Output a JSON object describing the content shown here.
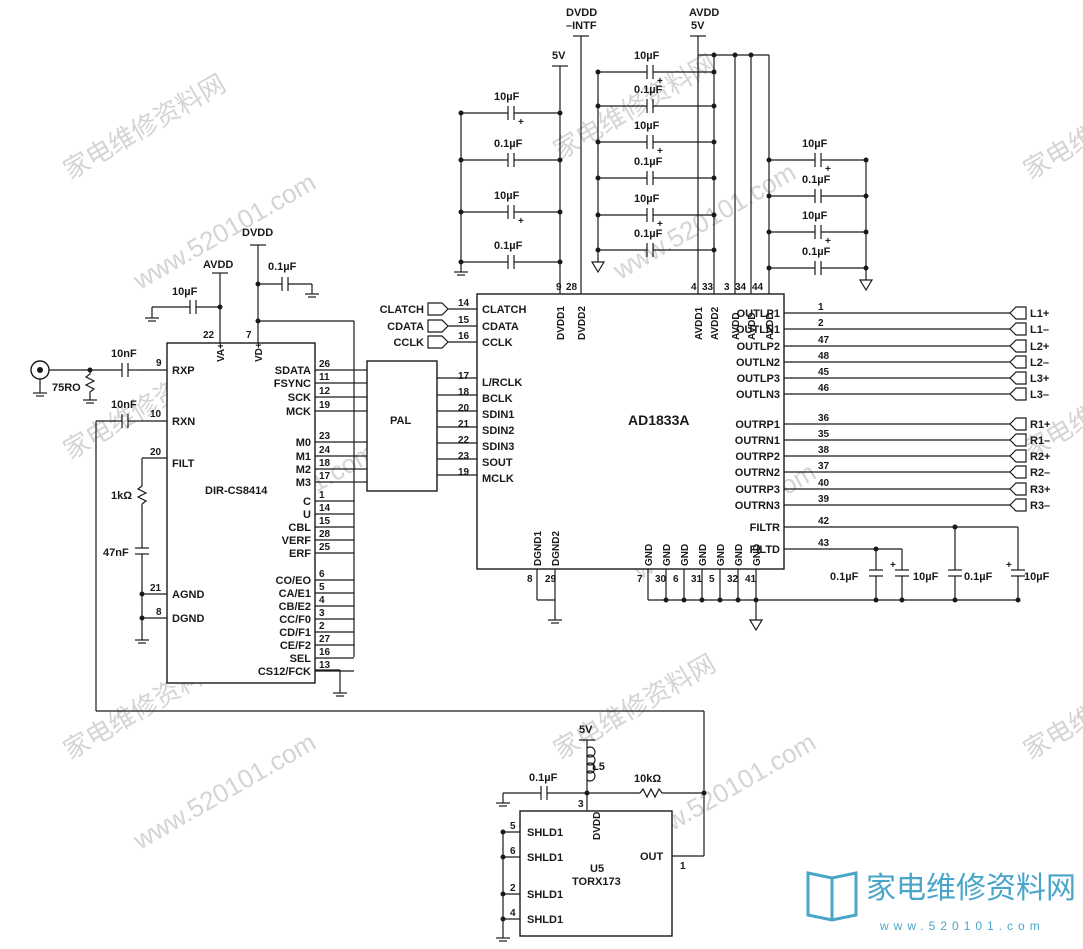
{
  "watermarks": [
    "家电维修资料网",
    "www.520101.com"
  ],
  "logo": {
    "text": "家电维修资料网",
    "url": "www.520101.com"
  },
  "dir": {
    "name": "DIR-CS8414",
    "supply_labels": {
      "av": "AVDD",
      "dv": "DVDD",
      "va_pin": "VA+",
      "vd_pin": "VD+",
      "va_num": "22",
      "vd_num": "7"
    },
    "cap_labels": {
      "av_cap": "10µF",
      "dv_cap": "0.1µF"
    },
    "left_pins": [
      {
        "num": "9",
        "label": "RXP"
      },
      {
        "num": "10",
        "label": "RXN"
      },
      {
        "num": "20",
        "label": "FILT"
      },
      {
        "num": "21",
        "label": "AGND"
      },
      {
        "num": "8",
        "label": "DGND"
      }
    ],
    "right_pins": [
      {
        "num": "26",
        "label": "SDATA"
      },
      {
        "num": "11",
        "label": "FSYNC"
      },
      {
        "num": "12",
        "label": "SCK"
      },
      {
        "num": "19",
        "label": "MCK"
      },
      {
        "num": "23",
        "label": "M0"
      },
      {
        "num": "24",
        "label": "M1"
      },
      {
        "num": "18",
        "label": "M2"
      },
      {
        "num": "17",
        "label": "M3"
      },
      {
        "num": "1",
        "label": "C"
      },
      {
        "num": "14",
        "label": "U"
      },
      {
        "num": "15",
        "label": "CBL"
      },
      {
        "num": "28",
        "label": "VERF"
      },
      {
        "num": "25",
        "label": "ERF"
      },
      {
        "num": "6",
        "label": "CO/EO"
      },
      {
        "num": "5",
        "label": "CA/E1"
      },
      {
        "num": "4",
        "label": "CB/E2"
      },
      {
        "num": "3",
        "label": "CC/F0"
      },
      {
        "num": "2",
        "label": "CD/F1"
      },
      {
        "num": "27",
        "label": "CE/F2"
      },
      {
        "num": "16",
        "label": "SEL"
      },
      {
        "num": "13",
        "label": "CS12/FCK"
      }
    ],
    "input_parts": {
      "cap1": "10nF",
      "cap2": "10nF",
      "res": "75RO",
      "filt_res": "1kΩ",
      "filt_cap": "47nF"
    }
  },
  "pal": {
    "name": "PAL"
  },
  "dac": {
    "name": "AD1833A",
    "top_supplies": {
      "dvdd_intf": "DVDD",
      "dvdd_intf_sub": "–INTF",
      "five_v": "5V",
      "avdd": "AVDD",
      "avdd_5v": "5V"
    },
    "left_pins": [
      {
        "num": "14",
        "label": "CLATCH",
        "port": "CLATCH"
      },
      {
        "num": "15",
        "label": "CDATA",
        "port": "CDATA"
      },
      {
        "num": "16",
        "label": "CCLK",
        "port": "CCLK"
      },
      {
        "num": "17",
        "label": "L/RCLK"
      },
      {
        "num": "18",
        "label": "BCLK"
      },
      {
        "num": "20",
        "label": "SDIN1"
      },
      {
        "num": "21",
        "label": "SDIN2"
      },
      {
        "num": "22",
        "label": "SDIN3"
      },
      {
        "num": "23",
        "label": "SOUT"
      },
      {
        "num": "19",
        "label": "MCLK"
      }
    ],
    "top_pins": [
      {
        "num": "9",
        "label": "DVDD1"
      },
      {
        "num": "28",
        "label": "DVDD2"
      },
      {
        "num": "4",
        "label": "AVDD1"
      },
      {
        "num": "33",
        "label": "AVDD2"
      },
      {
        "num": "3",
        "label": "AVDD"
      },
      {
        "num": "34",
        "label": "AVDD"
      },
      {
        "num": "44",
        "label": "AVDD"
      }
    ],
    "right_pins": [
      {
        "num": "1",
        "label": "OUTLP1",
        "out": "L1+"
      },
      {
        "num": "2",
        "label": "OUTLN1",
        "out": "L1–"
      },
      {
        "num": "47",
        "label": "OUTLP2",
        "out": "L2+"
      },
      {
        "num": "48",
        "label": "OUTLN2",
        "out": "L2–"
      },
      {
        "num": "45",
        "label": "OUTLP3",
        "out": "L3+"
      },
      {
        "num": "46",
        "label": "OUTLN3",
        "out": "L3–"
      },
      {
        "num": "36",
        "label": "OUTRP1",
        "out": "R1+"
      },
      {
        "num": "35",
        "label": "OUTRN1",
        "out": "R1–"
      },
      {
        "num": "38",
        "label": "OUTRP2",
        "out": "R2+"
      },
      {
        "num": "37",
        "label": "OUTRN2",
        "out": "R2–"
      },
      {
        "num": "40",
        "label": "OUTRP3",
        "out": "R3+"
      },
      {
        "num": "39",
        "label": "OUTRN3",
        "out": "R3–"
      }
    ],
    "filter_pins": [
      {
        "num": "42",
        "label": "FILTR"
      },
      {
        "num": "43",
        "label": "FILTD"
      }
    ],
    "bottom_dgnd": [
      {
        "num": "8",
        "label": "DGND1"
      },
      {
        "num": "29",
        "label": "DGND2"
      }
    ],
    "bottom_gnd": [
      {
        "num": "7",
        "label": "GND"
      },
      {
        "num": "30",
        "label": "GND"
      },
      {
        "num": "6",
        "label": "GND"
      },
      {
        "num": "31",
        "label": "GND"
      },
      {
        "num": "5",
        "label": "GND"
      },
      {
        "num": "32",
        "label": "GND"
      },
      {
        "num": "41",
        "label": "GND"
      }
    ],
    "decoupling_left": [
      "10µF",
      "0.1µF",
      "10µF",
      "0.1µF"
    ],
    "decoupling_mid": [
      "10µF",
      "0.1µF",
      "10µF",
      "0.1µF",
      "10µF",
      "0.1µF"
    ],
    "decoupling_right": [
      "10µF",
      "0.1µF",
      "10µF",
      "0.1µF"
    ],
    "filter_caps": [
      "0.1µF",
      "10µF",
      "0.1µF",
      "10µF"
    ]
  },
  "receiver": {
    "name": "U5",
    "part": "TORX173",
    "supply": "5V",
    "inductor": "L5",
    "cap": "0.1µF",
    "res": "10kΩ",
    "vdd_pin": "DVDD",
    "vdd_num": "3",
    "pins": [
      {
        "num": "5",
        "label": "SHLD1"
      },
      {
        "num": "6",
        "label": "SHLD1"
      },
      {
        "num": "2",
        "label": "SHLD1"
      },
      {
        "num": "4",
        "label": "SHLD1"
      }
    ],
    "out_pin": {
      "num": "1",
      "label": "OUT"
    }
  }
}
